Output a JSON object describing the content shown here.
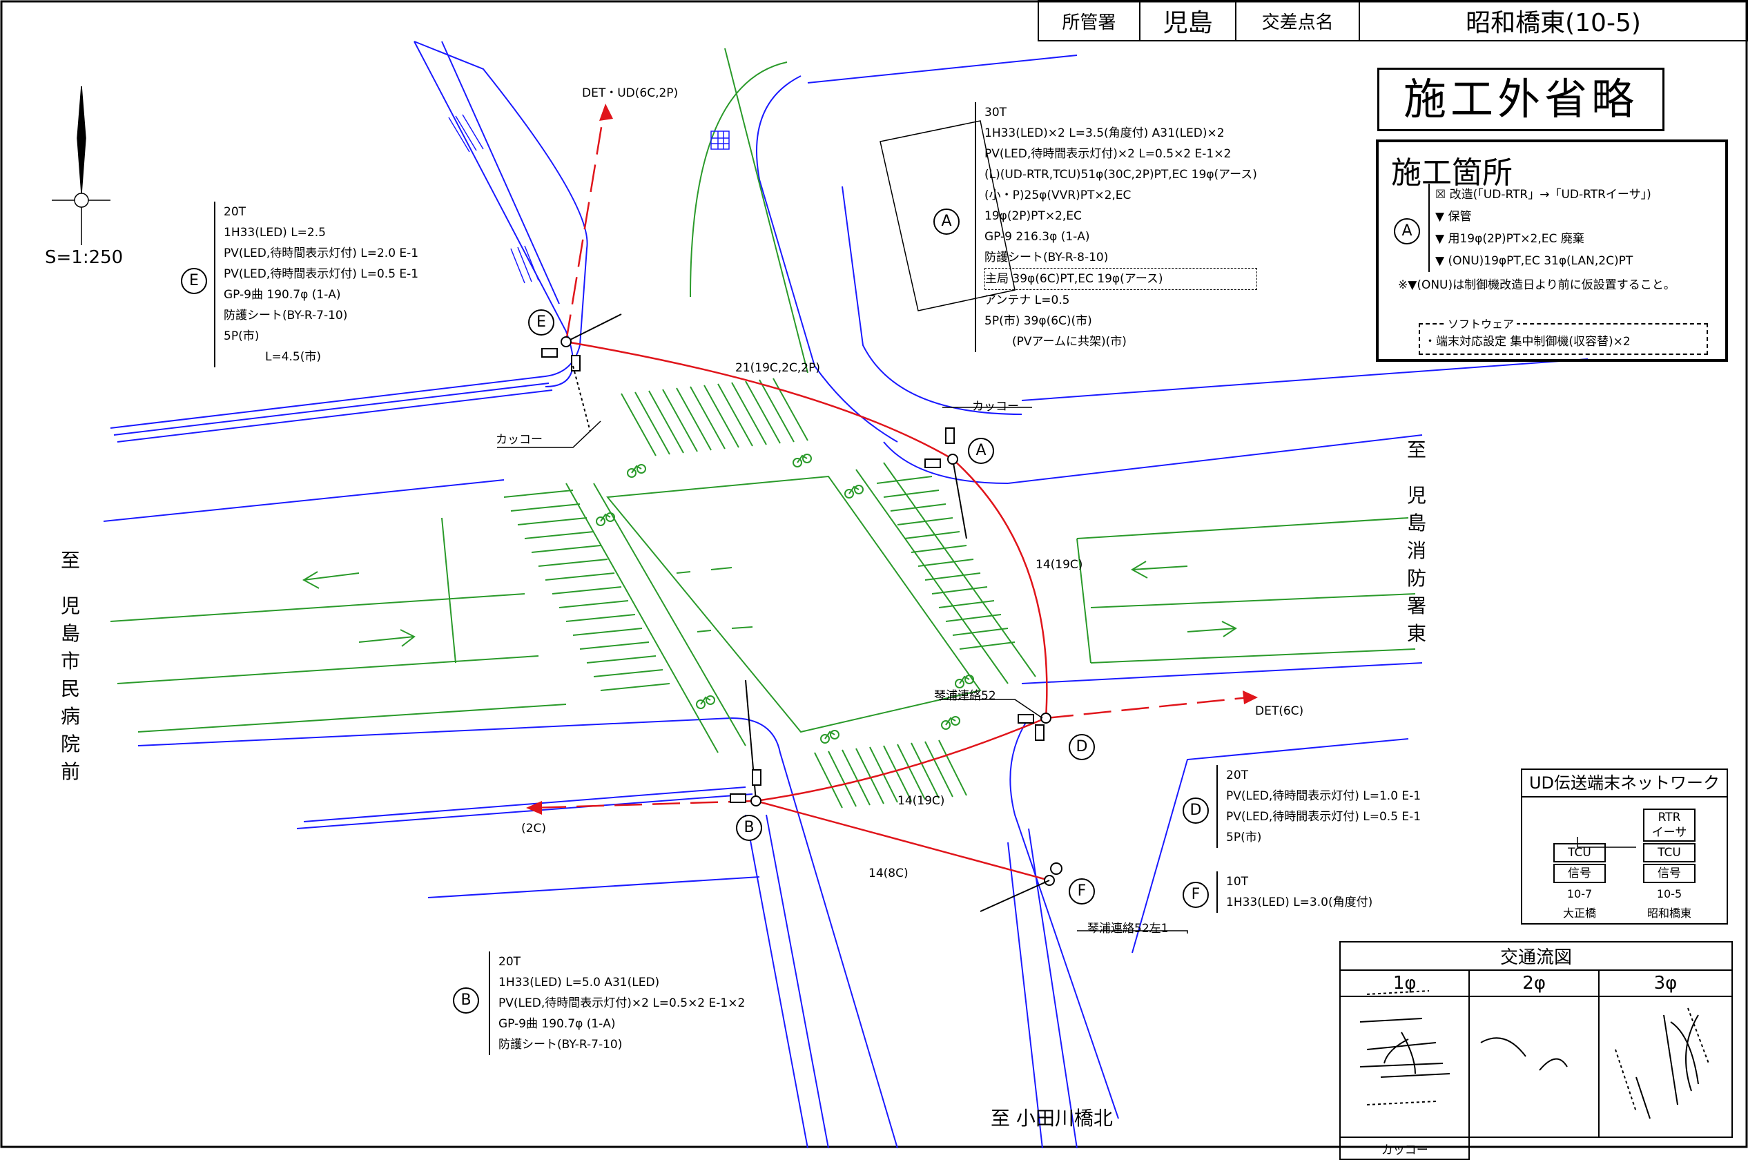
{
  "header": {
    "jurisdiction_label": "所管署",
    "jurisdiction_value": "児島",
    "intersection_label": "交差点名",
    "intersection_value": "昭和橋東(10-5)"
  },
  "title_omit": "施工外省略",
  "scale": "S=1:250",
  "work_box": {
    "title": "施工箇所",
    "marker": "A",
    "items": [
      "改造(「UD-RTR」→「UD-RTRイーサ」)",
      "保管",
      "用19φ(2P)PT×2,EC",
      "(ONU)19φPT,EC 31φ(LAN,2C)PT"
    ],
    "discard": "廃棄",
    "note": "※▼(ONU)は制御機改造日より前に仮設置すること。",
    "software_label": "ソフトウェア",
    "software_item": "・端末対応設定 集中制御機(収容替)×2"
  },
  "directions": {
    "north": [
      "至",
      "児",
      "島",
      "消",
      "防",
      "署",
      "東"
    ],
    "west": [
      "至",
      "児",
      "島",
      "市",
      "民",
      "病",
      "院",
      "前"
    ],
    "south": "至 小田川橋北"
  },
  "annotations": {
    "A": {
      "marker": "A",
      "lines": [
        "30T",
        "1H33(LED)×2 L=3.5(角度付) A31(LED)×2",
        "PV(LED,待時間表示灯付)×2 L=0.5×2 E-1×2",
        "(L)(UD-RTR,TCU)51φ(30C,2P)PT,EC 19φ(アース)",
        "(小・P)25φ(VVR)PT×2,EC",
        "19φ(2P)PT×2,EC",
        "GP-9 216.3φ (1-A)",
        "防護シート(BY-R-8-10)",
        "主局 39φ(6C)PT,EC 19φ(アース)",
        "アンテナ L=0.5",
        "5P(市) 39φ(6C)(市)",
        "(PVアームに共架)(市)"
      ]
    },
    "E": {
      "marker": "E",
      "lines": [
        "20T",
        "1H33(LED) L=2.5",
        "PV(LED,待時間表示灯付) L=2.0 E-1",
        "PV(LED,待時間表示灯付) L=0.5 E-1",
        "GP-9曲 190.7φ (1-A)",
        "防護シート(BY-R-7-10)",
        "5P(市)",
        "L=4.5(市)"
      ]
    },
    "B": {
      "marker": "B",
      "lines": [
        "20T",
        "1H33(LED) L=5.0 A31(LED)",
        "PV(LED,待時間表示灯付)×2 L=0.5×2 E-1×2",
        "GP-9曲 190.7φ (1-A)",
        "防護シート(BY-R-7-10)"
      ]
    },
    "D": {
      "marker": "D",
      "lines": [
        "20T",
        "PV(LED,待時間表示灯付) L=1.0 E-1",
        "PV(LED,待時間表示灯付) L=0.5 E-1",
        "5P(市)"
      ]
    },
    "F": {
      "marker": "F",
      "lines": [
        "10T",
        "1H33(LED) L=3.0(角度付)"
      ]
    }
  },
  "map_labels": {
    "det_ud": "DET・UD(6C,2P)",
    "det_6c": "DET(6C)",
    "cable_2c": "(2C)",
    "cable_21": "21(19C,2C,2P)",
    "cable_14_19c_a": "14(19C)",
    "cable_14_19c_b": "14(19C)",
    "cable_14_8c": "14(8C)",
    "kakko_1": "カッコー",
    "kakko_2": "カッコー",
    "kotoura_52": "琴浦連絡52",
    "kotoura_52_1": "琴浦連絡52左1",
    "pole_A": "A",
    "pole_B": "B",
    "pole_D": "D",
    "pole_E": "E",
    "pole_F": "F"
  },
  "network": {
    "title": "UD伝送端末ネットワーク",
    "rtr": "RTR",
    "ether": "イーサ",
    "left": {
      "tcu": "TCU",
      "signal": "信号",
      "code": "10-7",
      "name": "大正橋"
    },
    "right": {
      "tcu": "TCU",
      "signal": "信号",
      "code": "10-5",
      "name": "昭和橋東"
    }
  },
  "flow": {
    "title": "交通流図",
    "phases": [
      "1φ",
      "2φ",
      "3φ"
    ],
    "footer": "カッコー"
  },
  "colors": {
    "road": "#1a1aff",
    "marking": "#2a9a2a",
    "cable": "#e0151b",
    "line": "#000000"
  }
}
